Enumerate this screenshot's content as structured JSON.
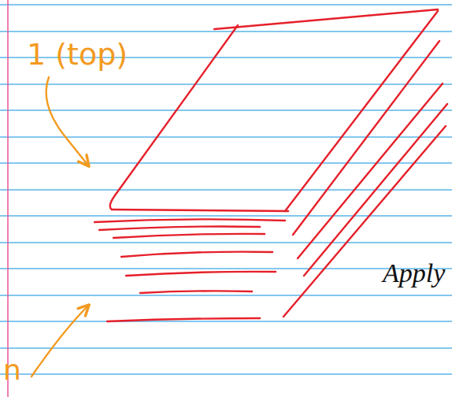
{
  "diagram": {
    "labels": [
      "1 (top)",
      "n",
      "Apply"
    ]
  }
}
